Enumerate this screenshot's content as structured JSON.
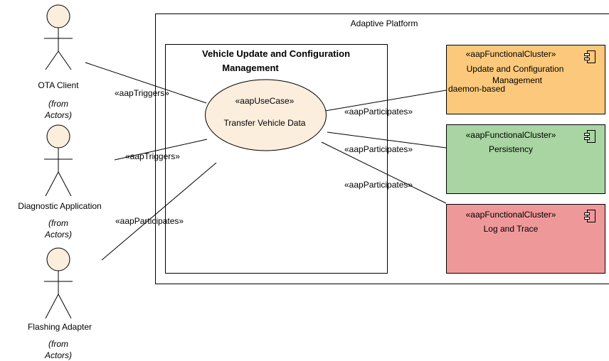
{
  "platform": {
    "title": "Adaptive Platform"
  },
  "subsystem": {
    "title_line1": "Vehicle Update and Configuration",
    "title_line2": "Management"
  },
  "use_case": {
    "stereotype": "«aapUseCase»",
    "name": "Transfer Vehicle Data"
  },
  "actors": [
    {
      "name": "OTA Client",
      "from_line1": "(from",
      "from_line2": "Actors)"
    },
    {
      "name": "Diagnostic Application",
      "from_line1": "(from",
      "from_line2": "Actors)"
    },
    {
      "name": "Flashing Adapter",
      "from_line1": "(from",
      "from_line2": "Actors)"
    }
  ],
  "clusters": [
    {
      "stereotype": "«aapFunctionalCluster»",
      "name_line1": "Update and Configuration",
      "name_line2": "Management",
      "note": "daemon-based",
      "color": "#fcc97c"
    },
    {
      "stereotype": "«aapFunctionalCluster»",
      "name_line1": "Persistency",
      "color": "#a8d5a2"
    },
    {
      "stereotype": "«aapFunctionalCluster»",
      "name_line1": "Log and Trace",
      "color": "#ef989a"
    }
  ],
  "connectors": {
    "triggers_1": "«aapTriggers»",
    "triggers_2": "«aapTriggers»",
    "participates_actor": "«aapParticipates»",
    "participates_1": "«aapParticipates»",
    "participates_2": "«aapParticipates»",
    "participates_3": "«aapParticipates»"
  },
  "colors": {
    "use_case_fill": "#fbeedd",
    "actor_fill": "#fbeedd"
  }
}
